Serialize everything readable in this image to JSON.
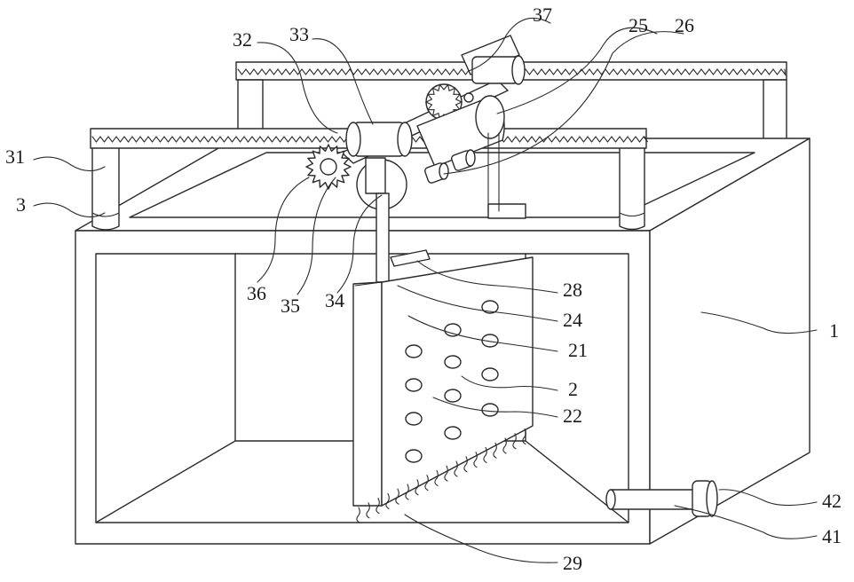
{
  "figure": {
    "labels": {
      "l1": "1",
      "l2": "2",
      "l3": "3",
      "l21": "21",
      "l22": "22",
      "l24": "24",
      "l25": "25",
      "l26": "26",
      "l28": "28",
      "l29": "29",
      "l31": "31",
      "l32": "32",
      "l33": "33",
      "l34": "34",
      "l35": "35",
      "l36": "36",
      "l37": "37",
      "l41": "41",
      "l42": "42"
    }
  }
}
